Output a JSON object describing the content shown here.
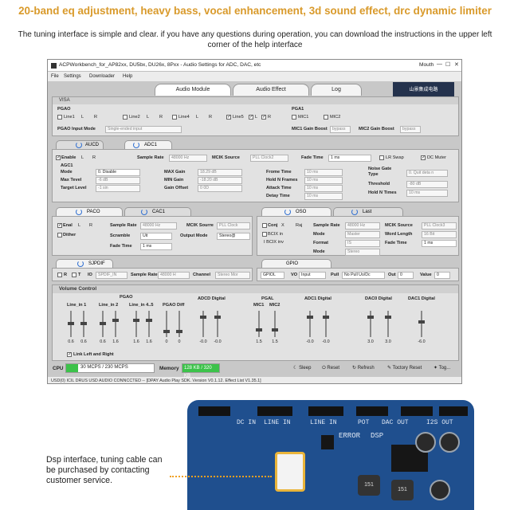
{
  "headline": "20-band eq adjustment, heavy bass, vocal enhancement, 3d sound effect, drc dynamic limiter",
  "subline": "The tuning interface is simple and clear. if you have any questions during operation, you can download the instructions in the upper left corner of the help interface",
  "window": {
    "title": "ACPWorkbench_for_AP82xx, DU5bx, DU26x, 8Pxx - Audio Settings for ADC, DAC, etc",
    "mouth": "Mouth",
    "min": "—",
    "max": "☐",
    "close": "✕"
  },
  "menu": [
    "File",
    "Settings",
    "Downloader",
    "Help"
  ],
  "tabs": [
    "Audio Module",
    "Audio Effect",
    "Log"
  ],
  "logo_text": "山景集成电路",
  "visa": {
    "header": "VISA",
    "pgao": "PGAO",
    "line1": "Line1",
    "line2": "Line2",
    "line4": "Line4",
    "line5": "Line5",
    "l": "L",
    "r": "R",
    "pga1": "PGA1",
    "mic1": "MIC1",
    "mic2": "MIC2",
    "pgao_mode_label": "PGAO Input Mode",
    "pgao_mode_value": "Single-ended input",
    "mic1_boost_label": "MIC1 Gain Boost",
    "mic1_boost_value": "bypass",
    "mic2_boost_label": "MIC2 Gain Boost",
    "mic2_boost_value": "bypass"
  },
  "adc": {
    "tab1": "AUCD",
    "tab2": "ADC1",
    "enable": "Enable",
    "l": "L",
    "r": "R",
    "sample_rate_label": "Sample Rate",
    "sample_rate_value": "48000 Hz",
    "mclk_label": "MCIK Source",
    "mclk_value": "PLL Clock2",
    "fade_label": "Fade Time",
    "fade_value": "1 ms",
    "lr_swap": "LR Swap",
    "dc_muter": "DC Muter",
    "agc": "AGC1",
    "mode_label": "Mode",
    "mode_value": "0. Disable",
    "max_level_label": "Max Tevel",
    "max_level_value": "-6 dB",
    "target_label": "Target Level",
    "target_value": "-1 sin",
    "max_gain_label": "MAX Gain",
    "max_gain_value": "18.29 dB",
    "min_gain_label": "MIN Gain",
    "min_gain_value": "-18.20 dB",
    "offset_label": "Gain Offset",
    "offset_value": "0 0D",
    "frame_label": "Frome Time",
    "frame_value": "10 ms",
    "hold_label": "Hold N Frames",
    "hold_value": "10 ms",
    "attack_label": "Attack Time",
    "attack_value": "10 ms",
    "decay_label": "Detay Time",
    "decay_value": "10 ms",
    "noise_gate": "Noise Gate",
    "type_label": "Type",
    "type_value": "0. Quit deta n",
    "threshold_label": "Threshold",
    "threshold_value": "-80 dB",
    "hold2_label": "Hold N Times",
    "hold2_value": "10 ms"
  },
  "dac": {
    "tab1": "PACO",
    "tab2": "CAC1",
    "enable": "Enal",
    "l": "L",
    "r": "R",
    "dither": "Dither",
    "sample_rate_label": "Sample Rate",
    "sample_rate_value": "48000 Hz",
    "scramble_label": "Scramble",
    "scramble_value": "Uit",
    "fade_label": "Fade Time",
    "fade_value": "1 ms",
    "mclk_label": "MCIK Sourre",
    "mclk_value": "PLL Clock",
    "out_mode_label": "Output Mode",
    "out_mode_value": "Stereo@"
  },
  "i2s": {
    "tab1": "OSO",
    "tab2": "Last",
    "conj": "Conj",
    "x": "X",
    "raj": "Raj",
    "bclk_in": "BCIX in",
    "bclk_inv": "I BCIX inv",
    "sample_rate_label": "Sample Rate",
    "sample_rate_value": "48000 Hz",
    "mode_label": "Mode",
    "mode_value": "Master",
    "format_label": "Format",
    "format_value": "IS",
    "mode2_label": "Mode",
    "mode2_value": "Stereo",
    "mclk_label": "MCIK Source",
    "mclk_value": "PLL Clock3",
    "word_label": "Word Length",
    "word_value": "16 Bit",
    "fade_label": "Fade Time",
    "fade_value": "1 ms"
  },
  "spdif": {
    "tab": "SJPDIF",
    "r": "R",
    "t": "T",
    "io": "IO",
    "spdif_value": "SPDIF_IN",
    "sample_rate_label": "Sample Rate",
    "sample_rate_value": "48000 H",
    "channel_label": "Channel",
    "channel_value": "Stereo Mor"
  },
  "gpio": {
    "tab": "GPIO",
    "port": "GPIOL",
    "vo_label": "VO",
    "vo_value": "Input",
    "pull_label": "Pull",
    "pull_value": "No Pull Uo/Dc",
    "out_label": "Out",
    "out_value": "0",
    "value_label": "Value",
    "value_value": "0"
  },
  "volume": {
    "header": "Volume Control",
    "pgao": "PGAO",
    "pgao_cols": [
      "Line_in 1",
      "Line_in 2",
      "Line_in 4..5",
      "PGAO Diff"
    ],
    "pgao_vals": [
      "0.6",
      "0.6",
      "0.6",
      "1.6",
      "1.6",
      "1.6",
      "0",
      "0"
    ],
    "adcd": "ADCD Digital",
    "adcd_vals": [
      "-0.0",
      "-0.0"
    ],
    "pgal": "PGAL",
    "pgal_cols": [
      "MIC1",
      "MIC2"
    ],
    "pgal_vals": [
      "1.5",
      "1.5"
    ],
    "adc1": "ADC1 Digital",
    "adc1_vals": [
      "-0.0",
      "-0.0"
    ],
    "dac0": "DAC0 Digital",
    "dac0_vals": [
      "3.0",
      "3.0"
    ],
    "dac1": "DAC1 Digital",
    "dac1_vals": [
      "-6.0"
    ],
    "link": "Link Left and Right"
  },
  "bottom": {
    "cpu_label": "CPU",
    "cpu_value": "30 MCPS / 230 MCPS",
    "mem_label": "Memory",
    "mem_value": "128 KB / 320 KB",
    "sleep": "Sleep",
    "reset": "Reset",
    "refresh": "Refresh",
    "factory": "Toctory Reset",
    "log": "Tog..."
  },
  "statusbar": "USD(0) ICIL DRUS USD AUDIO CONNCCTED -- [DPAY Audio Play SDK. Version V0.1.12. Effect List V1.35.1]",
  "board": {
    "top_labels": [
      "DC IN",
      "LINE IN",
      "LINE IN",
      "POT",
      "DAC OUT",
      "I2S OUT"
    ],
    "error": "ERROR",
    "dsp": "DSP",
    "coil": "151"
  },
  "dsp_note": "Dsp interface, tuning cable can be purchased by contacting customer service."
}
